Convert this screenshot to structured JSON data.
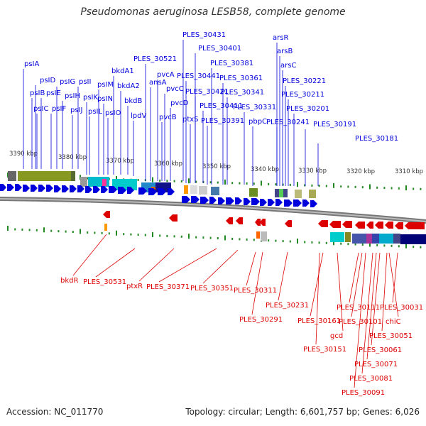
{
  "title": "Pseudomonas aeruginosa LESB58, complete genome",
  "footer": {
    "accession": "Accession: NC_011770",
    "summary": "Topology: circular; Length: 6,601,757 bp; Genes: 6,026"
  },
  "colors": {
    "fwd": "#0000dd",
    "rev": "#dd0000",
    "tick": "#228822"
  },
  "scale_labels": [
    "3390 kbp",
    "3380 kbp",
    "3370 kbp",
    "3360 kbp",
    "3350 kbp",
    "3340 kbp",
    "3330 kbp",
    "3320 kbp",
    "3310 kbp"
  ],
  "top_genes": [
    "psIA",
    "psID",
    "psIB",
    "psIE",
    "psIC",
    "psIG",
    "psIF",
    "psIH",
    "psIJ",
    "psII",
    "psIK",
    "psIL",
    "psIM",
    "psIN",
    "psIO",
    "bkdA1",
    "bkdA2",
    "bkdB",
    "lpdV",
    "PLES_30521",
    "pvcA",
    "ansA",
    "pvcC",
    "pvcB",
    "pvcD",
    "PLES_30431",
    "PLES_30401",
    "PLES_30441",
    "PLES_30421",
    "ptxS",
    "PLES_30411",
    "PLES_30381",
    "PLES_30391",
    "PLES_30361",
    "PLES_30341",
    "PLES_30331",
    "pbpC",
    "arsR",
    "arsB",
    "arsC",
    "PLES_30221",
    "PLES_30211",
    "PLES_30201",
    "PLES_30241",
    "PLES_30191",
    "PLES_30181"
  ],
  "bottom_genes": [
    "bkdR",
    "PLES_30531",
    "ptxR",
    "PLES_30371",
    "PLES_30351",
    "PLES_30311",
    "PLES_30291",
    "PLES_30231",
    "PLES_30161",
    "gcd",
    "PLES_30151",
    "PLES_30111",
    "PLES_30101",
    "PLES_30091",
    "PLES_30081",
    "PLES_30071",
    "PLES_30061",
    "PLES_30051",
    "chiC",
    "PLES_30031"
  ]
}
